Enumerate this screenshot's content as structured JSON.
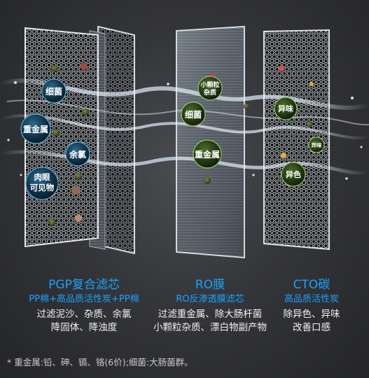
{
  "filters": [
    {
      "title": "PGP复合滤芯",
      "subtitle": "PP棉+高品质活性炭+PP棉",
      "desc": [
        "过滤泥沙、杂质、余氯",
        "降固体、降浊度"
      ],
      "bubbles": [
        "细菌",
        "重金属",
        "余氯",
        "肉眼",
        "可见物"
      ]
    },
    {
      "title": "RO膜",
      "subtitle": "RO反渗透膜滤芯",
      "desc": [
        "过滤重金属、除大肠杆菌",
        "小颗粒杂质、漂白物副产物"
      ],
      "bubbles": [
        "小颗粒",
        "杂质",
        "细菌",
        "重金属"
      ]
    },
    {
      "title": "CTO碳",
      "subtitle": "高品质活性炭",
      "desc": [
        "除异色、异味",
        "改善口感"
      ],
      "bubbles": [
        "异味",
        "异味",
        "异色"
      ]
    }
  ],
  "footnote": "* 重金属:铅、砷、镉、铬(6价);细菌:大肠菌群。",
  "colors": {
    "accent": "#1aa3ff",
    "text": "#f2f2f2"
  }
}
